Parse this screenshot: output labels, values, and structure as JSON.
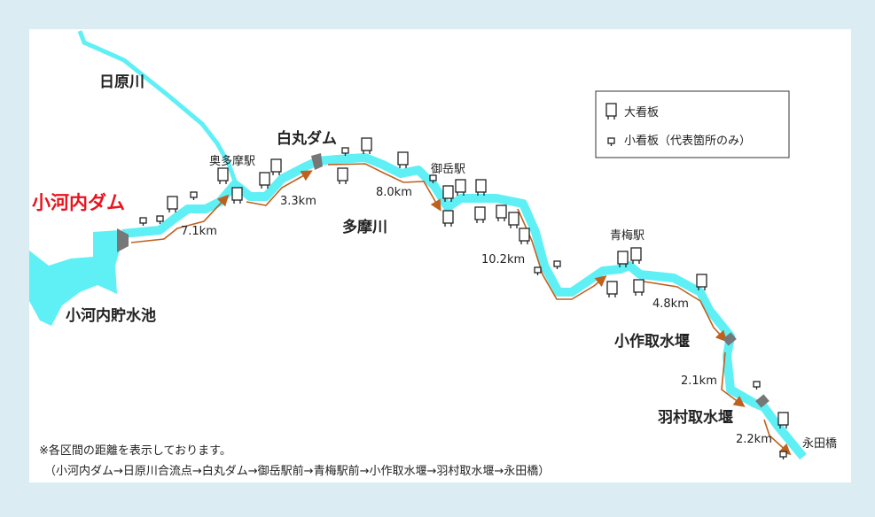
{
  "labels": {
    "hara_river": "日原川",
    "ogouchi_dam": "小河内ダム",
    "reservoir": "小河内貯水池",
    "shiromaru_dam": "白丸ダム",
    "tama_river": "多摩川",
    "okutama_station": "奥多摩駅",
    "mitake_station": "御岳駅",
    "ome_station": "青梅駅",
    "osaku_weir": "小作取水堰",
    "hamura_weir": "羽村取水堰",
    "nagata_bridge": "永田橋"
  },
  "distances": [
    "7.1km",
    "3.3km",
    "8.0km",
    "10.2km",
    "4.8km",
    "2.1km",
    "2.2km"
  ],
  "legend": {
    "large_sign": "大看板",
    "small_sign": "小看板（代表箇所のみ）"
  },
  "notes": [
    "※各区間の距離を表示しております。",
    "（小河内ダム→日原川合流点→白丸ダム→御岳駅前→青梅駅前→小作取水堰→羽村取水堰→永田橋）"
  ],
  "colors": {
    "river": "#5ff0f5",
    "arrow": "#c0601e",
    "dam": "#777777",
    "dam_label": "#e8141e"
  }
}
